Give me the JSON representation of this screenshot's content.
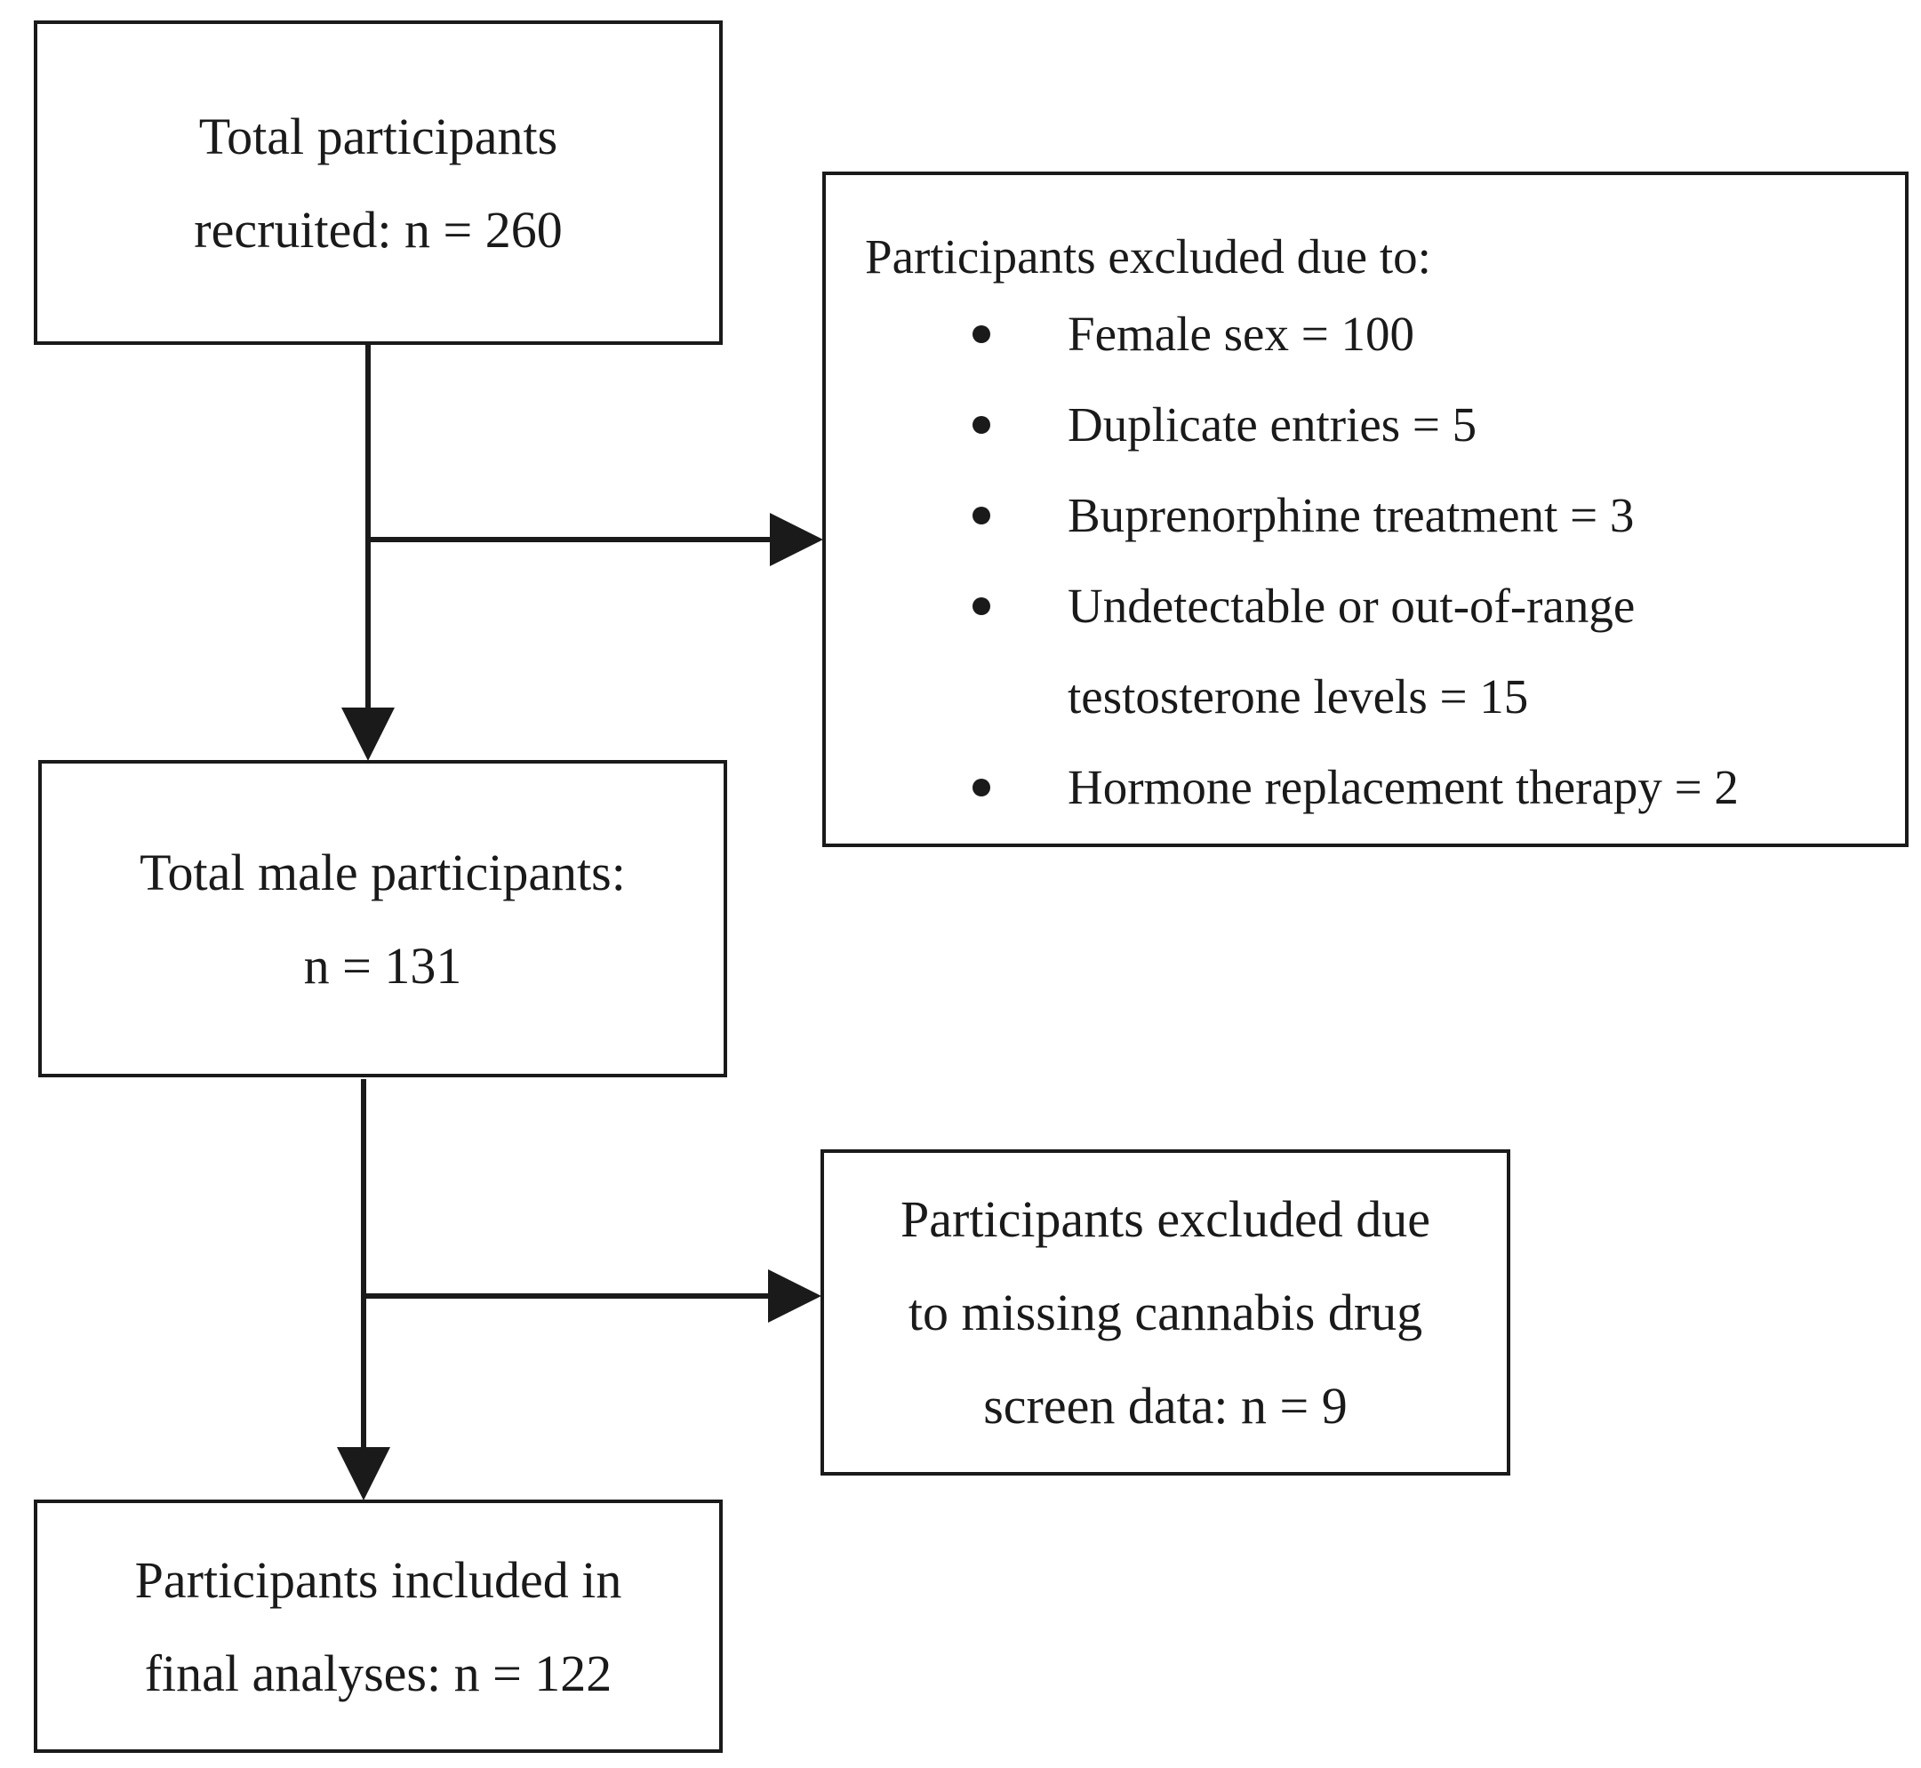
{
  "boxes": {
    "total": {
      "line1": "Total participants",
      "line2": "recruited: n = 260"
    },
    "excluded": {
      "heading": "Participants excluded due to:",
      "items": [
        "Female sex = 100",
        "Duplicate entries = 5",
        "Buprenorphine treatment = 3",
        "Undetectable or out-of-range",
        "Hormone replacement therapy = 2"
      ],
      "item_3_continuation": "testosterone levels = 15"
    },
    "male": {
      "line1": "Total male participants:",
      "line2": "n = 131"
    },
    "missing": {
      "line1": "Participants excluded due",
      "line2": "to missing cannabis drug",
      "line3": "screen data: n = 9"
    },
    "final": {
      "line1": "Participants included in",
      "line2": "final analyses: n = 122"
    }
  }
}
